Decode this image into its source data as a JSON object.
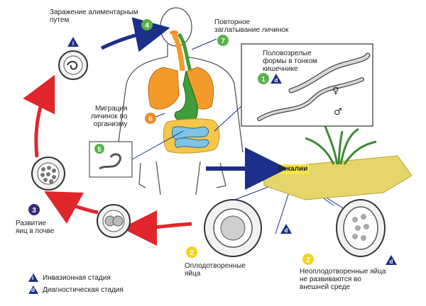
{
  "labels": {
    "infection": "Заражение алиментарным\nпутем",
    "reswallow": "Повторное\nзаглатывание личинок",
    "adults": "Половозрелые\nформы в тонком\nкишечнике",
    "migration": "Миграция\nличинок по\nорганизму",
    "feces": "Фекалии",
    "development": "Развитие\nяиц в почве",
    "fertilized": "Оплодотворенные\nяйца",
    "unfertilized": "Неоплодотворенные яйца\nне развиваются во\nвнешней среде"
  },
  "steps": {
    "s1": "1",
    "s2": "2",
    "s3": "3",
    "s4": "4",
    "s5": "5",
    "s6": "6",
    "s7": "7"
  },
  "sex": {
    "female": "♀",
    "male": "♂"
  },
  "legend": {
    "invasive": "Инвазионная стадия",
    "diagnostic": "Диагностическая стадия",
    "i_mark": "i",
    "d_mark": "d"
  },
  "colors": {
    "cycle_red": "#e0262a",
    "arrow_blue": "#1c2f8a",
    "badge_green": "#58b24a",
    "badge_orange": "#f28c28",
    "badge_yellow": "#f6d31c",
    "badge_purple": "#3b2a7a",
    "lung_orange": "#f39b2a",
    "gut_green": "#3f9d3a",
    "intestine_blue": "#7fc3e6",
    "colon_yellow": "#f4c64a",
    "soil": "#e6d56a",
    "grass": "#3c8a34"
  }
}
